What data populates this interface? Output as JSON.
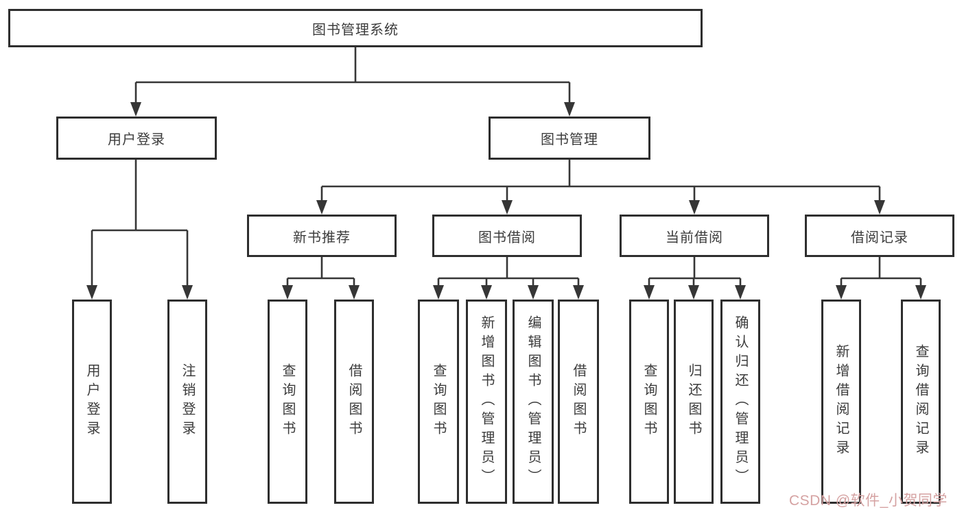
{
  "tree": {
    "label": "图书管理系统",
    "children": [
      {
        "label": "用户登录",
        "children": [
          {
            "label": "用户登录"
          },
          {
            "label": "注销登录"
          }
        ]
      },
      {
        "label": "图书管理",
        "children": [
          {
            "label": "新书推荐",
            "children": [
              {
                "label": "查询图书"
              },
              {
                "label": "借阅图书"
              }
            ]
          },
          {
            "label": "图书借阅",
            "children": [
              {
                "label": "查询图书"
              },
              {
                "label": "新增图书（管理员）"
              },
              {
                "label": "编辑图书（管理员）"
              },
              {
                "label": "借阅图书"
              }
            ]
          },
          {
            "label": "当前借阅",
            "children": [
              {
                "label": "查询图书"
              },
              {
                "label": "归还图书"
              },
              {
                "label": "确认归还（管理员）"
              }
            ]
          },
          {
            "label": "借阅记录",
            "children": [
              {
                "label": "新增借阅记录"
              },
              {
                "label": "查询借阅记录"
              }
            ]
          }
        ]
      }
    ]
  },
  "watermark": {
    "text": "CSDN @软件_小贺同学",
    "color": "#d5a2a2"
  },
  "colors": {
    "line": "#363636",
    "border": "#2e2e2e",
    "text": "#3c3c3c"
  }
}
